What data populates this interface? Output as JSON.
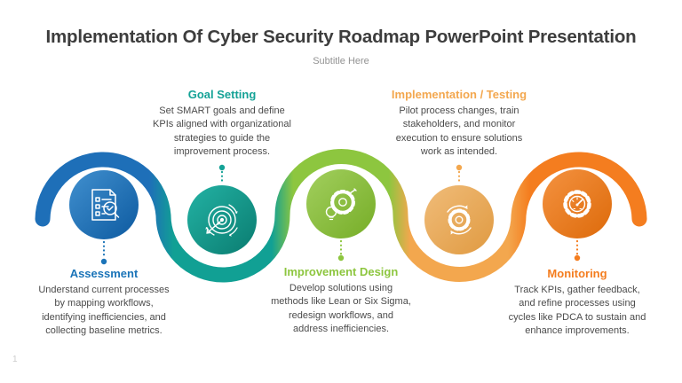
{
  "slide": {
    "title": "Implementation Of Cyber Security Roadmap PowerPoint Presentation",
    "subtitle": "Subtitle Here",
    "page_number": "1"
  },
  "colors": {
    "assessment": "#1b74b8",
    "goal_setting": "#14a296",
    "improvement_design": "#8dc63f",
    "implementation_testing": "#f3a74e",
    "monitoring": "#f47d1f",
    "ribbon": [
      "#1e6fb8",
      "#11a094",
      "#8dc63f",
      "#f3a74e",
      "#f47d1f"
    ],
    "title_text": "#3d3d3d",
    "body_text": "#4b4b4b"
  },
  "stages": [
    {
      "title": "Assessment",
      "lines": [
        "Understand current processes",
        "by mapping workflows,",
        "identifying inefficiencies, and",
        "collecting baseline metrics."
      ],
      "color": "#1b74b8",
      "icon": "document-search-icon",
      "label_position": "bottom"
    },
    {
      "title": "Goal Setting",
      "lines": [
        "Set SMART goals and define",
        "KPIs aligned with organizational",
        "strategies to guide the",
        "improvement process."
      ],
      "color": "#14a296",
      "icon": "target-arrow-icon",
      "label_position": "top"
    },
    {
      "title": "Improvement Design",
      "lines": [
        "Develop solutions using",
        "methods like Lean or Six Sigma,",
        "redesign workflows, and",
        "address inefficiencies."
      ],
      "color": "#8dc63f",
      "icon": "gear-idea-pencil-icon",
      "label_position": "bottom"
    },
    {
      "title": "Implementation / Testing",
      "lines": [
        "Pilot process changes, train",
        "stakeholders, and monitor",
        "execution to ensure solutions",
        "work as intended."
      ],
      "color": "#f3a74e",
      "icon": "gear-sync-arrows-icon",
      "label_position": "top"
    },
    {
      "title": "Monitoring",
      "lines": [
        "Track KPIs, gather feedback,",
        "and refine processes using",
        "cycles like PDCA to sustain and",
        "enhance improvements."
      ],
      "color": "#f47d1f",
      "icon": "gauge-gear-icon",
      "label_position": "bottom"
    }
  ]
}
